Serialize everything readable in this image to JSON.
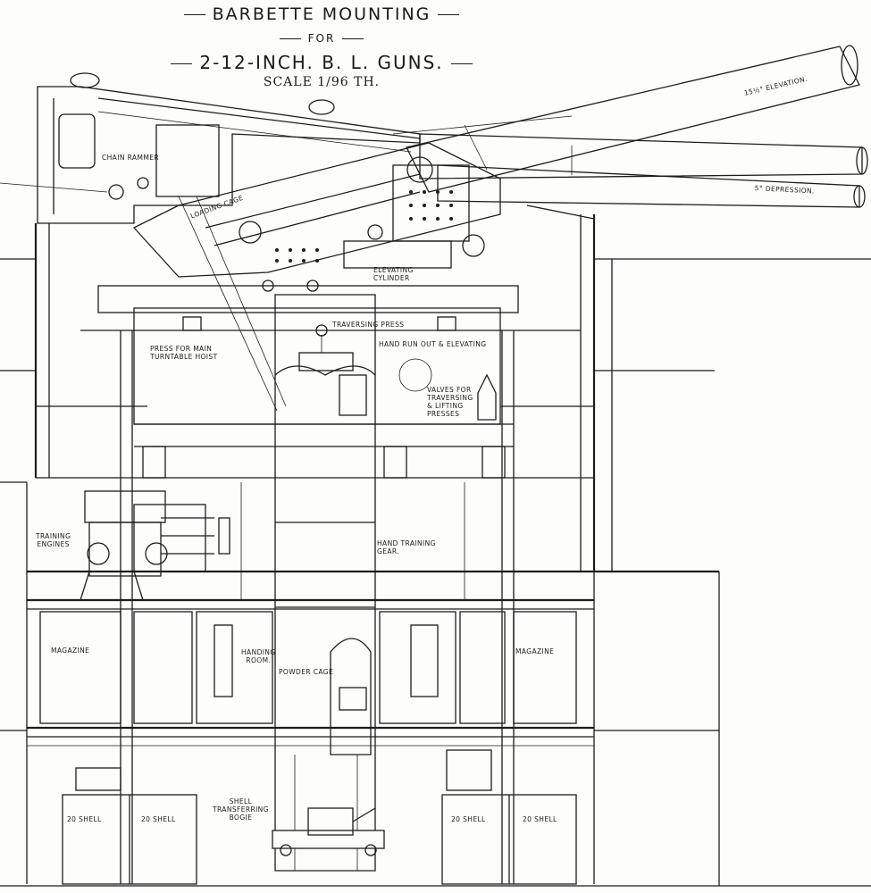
{
  "title": {
    "line1": "BARBETTE MOUNTING",
    "line2": "FOR",
    "line3": "2-12-INCH. B. L. GUNS.",
    "scale": "SCALE 1/96 TH."
  },
  "labels": {
    "elevation": "15½° ELEVATION.",
    "depression": "5° DEPRESSION.",
    "chain_rammer": "CHAIN RAMMER",
    "loading_cage": "LOADING CAGE",
    "elevating_cylinder": "ELEVATING\nCYLINDER",
    "traversing_press": "TRAVERSING PRESS",
    "hand_run_out": "HAND RUN OUT & ELEVATING",
    "press_turntable": "PRESS FOR MAIN\nTURNTABLE HOIST",
    "valves": "VALVES FOR\nTRAVERSING\n& LIFTING\nPRESSES",
    "training_engines": "TRAINING\nENGINES",
    "hand_training_gear": "HAND TRAINING\nGEAR.",
    "magazine_left": "MAGAZINE",
    "magazine_right": "MAGAZINE",
    "handing_room": "HANDING\nROOM.",
    "powder_cage": "POWDER CAGE",
    "shell_bogie": "SHELL\nTRANSFERRING\nBOGIE",
    "shell_1": "20 SHELL",
    "shell_2": "20 SHELL",
    "shell_3": "20 SHELL",
    "shell_4": "20 SHELL"
  }
}
